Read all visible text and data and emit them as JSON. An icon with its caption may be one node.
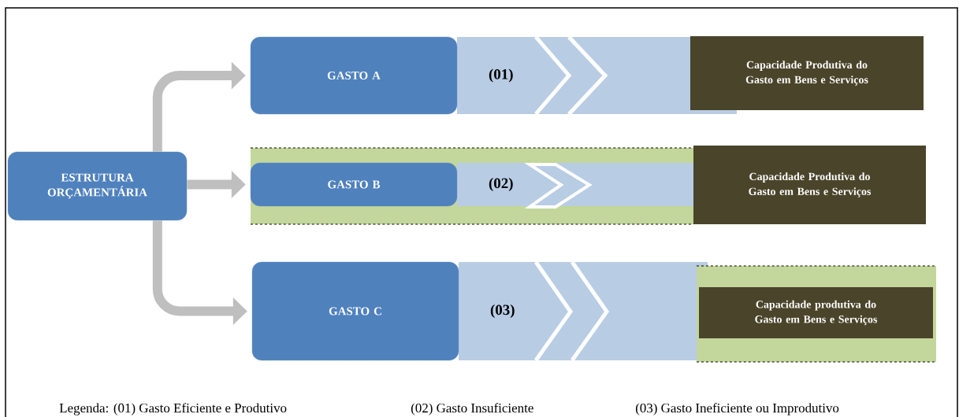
{
  "diagram": {
    "nodes": [
      {
        "text": [
          "ESTRUTURA ORÇAMENTÁRIA"
        ]
      },
      {
        "text": [
          "GASTO A"
        ]
      },
      {
        "text": [
          "(01)"
        ]
      },
      {
        "text": [
          "Capacidade Produtiva do Gasto em Bens e Serviços"
        ]
      },
      {
        "text": [],
        "shape": "band"
      },
      {
        "text": [
          "GASTO B"
        ],
        "in": 4
      },
      {
        "text": [
          "(02)"
        ],
        "in": 4
      },
      {
        "text": [
          "Capacidade Produtiva do Gasto em Bens e Serviços"
        ]
      },
      {
        "text": [
          "GASTO C"
        ]
      },
      {
        "text": [
          "(03)"
        ]
      },
      {
        "text": [],
        "shape": "band"
      },
      {
        "text": [
          "Capacidade produtiva do Gasto em Bens e Serviços"
        ],
        "in": 10
      }
    ],
    "edges": [
      {
        "from": 0,
        "to": 1,
        "arrow": "to"
      },
      {
        "from": 0,
        "to": 5,
        "arrow": "to"
      },
      {
        "from": 0,
        "to": 8,
        "arrow": "to"
      }
    ],
    "labels": [
      "Legenda: (01) Gasto Eficiente e Produtivo",
      "(02) Gasto Insuficiente",
      "(03) Gasto Ineficiente ou Improdutivo"
    ]
  }
}
